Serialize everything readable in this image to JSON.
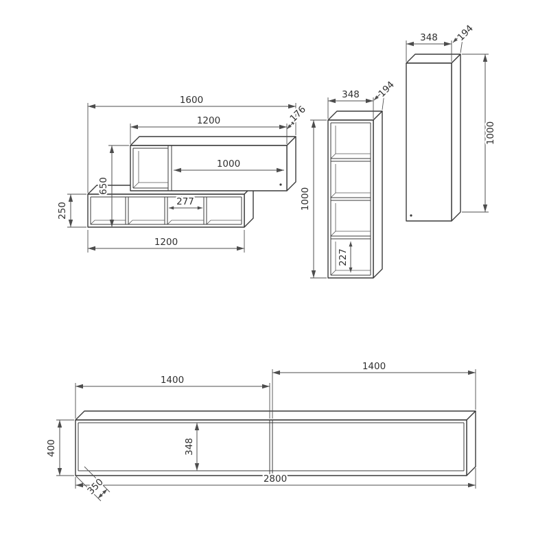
{
  "colors": {
    "line": "#3a3a3a",
    "dimension": "#4d4d4d",
    "background": "#ffffff"
  },
  "wall_shelf": {
    "total_width": "1600",
    "shelf_width": "1200",
    "depth": "176",
    "panel_width": "1000",
    "total_height": "650",
    "row_height": "250",
    "cell_width": "277",
    "row_width": "1200"
  },
  "bookcase": {
    "width": "348",
    "depth": "194",
    "height": "1000",
    "cell_height": "227"
  },
  "cabinet": {
    "width": "348",
    "depth": "194",
    "height": "1000"
  },
  "tv_stand": {
    "left_section": "1400",
    "right_section": "1400",
    "height": "400",
    "panel_height": "348",
    "total_width": "2800",
    "depth": "350"
  }
}
